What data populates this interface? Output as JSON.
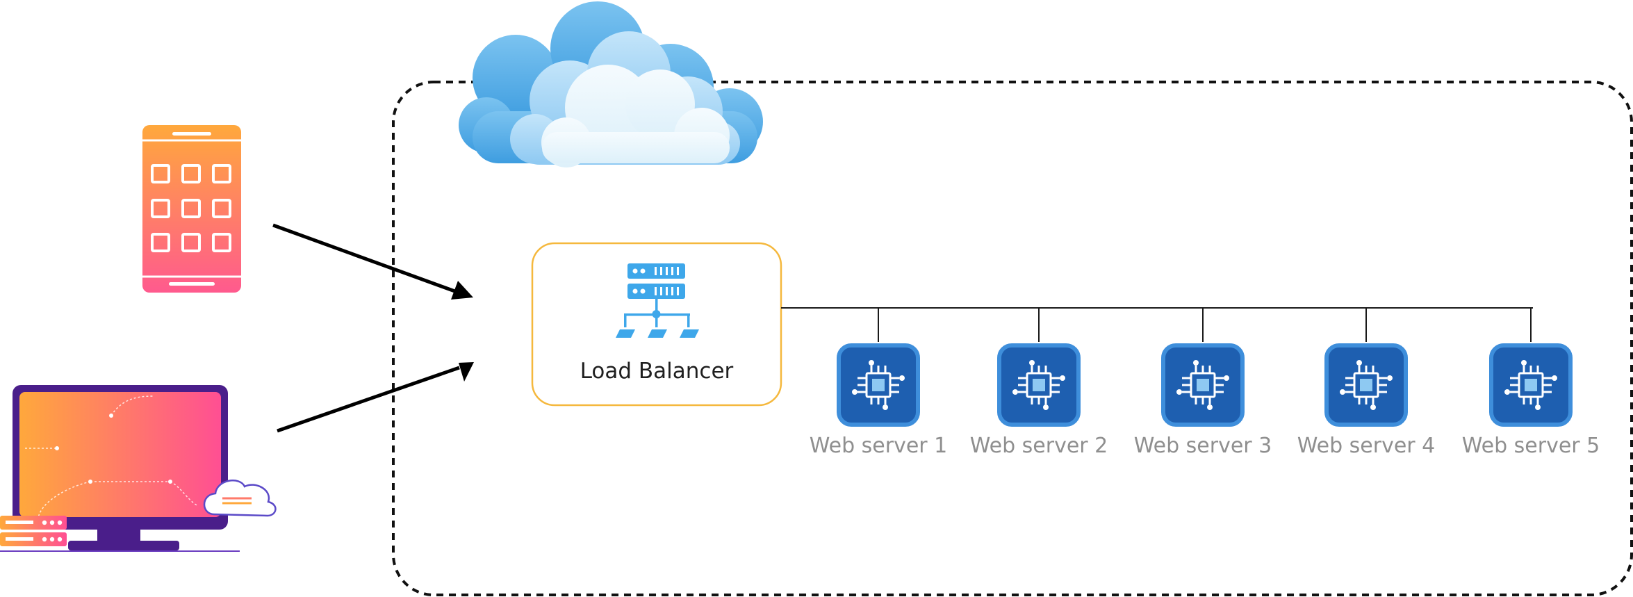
{
  "load_balancer": {
    "label": "Load Balancer",
    "icon": "server-rack-network-icon",
    "border_color": "#F5B83D",
    "icon_color": "#3EA7EA"
  },
  "web_servers": [
    {
      "label": "Web server 1",
      "icon": "cpu-chip-icon"
    },
    {
      "label": "Web server 2",
      "icon": "cpu-chip-icon"
    },
    {
      "label": "Web server 3",
      "icon": "cpu-chip-icon"
    },
    {
      "label": "Web server 4",
      "icon": "cpu-chip-icon"
    },
    {
      "label": "Web server 5",
      "icon": "cpu-chip-icon"
    }
  ],
  "clients": [
    {
      "icon": "smartphone-icon"
    },
    {
      "icon": "desktop-monitor-icon"
    }
  ],
  "cloud": {
    "icon": "cloud-icon"
  },
  "colors": {
    "server_tile": "#1E5FB0",
    "server_tile_border": "#3E8EDB",
    "client_gradient_start": "#FFA83C",
    "client_gradient_end": "#FF4F93",
    "monitor_frame": "#4A1E8A",
    "cloud_light": "#E4F4FC",
    "cloud_mid": "#A9D6F5",
    "cloud_dark": "#4FA8E3",
    "boundary": "#111111",
    "text_dark": "#1F1F1F",
    "text_muted": "#8F8F8F"
  }
}
